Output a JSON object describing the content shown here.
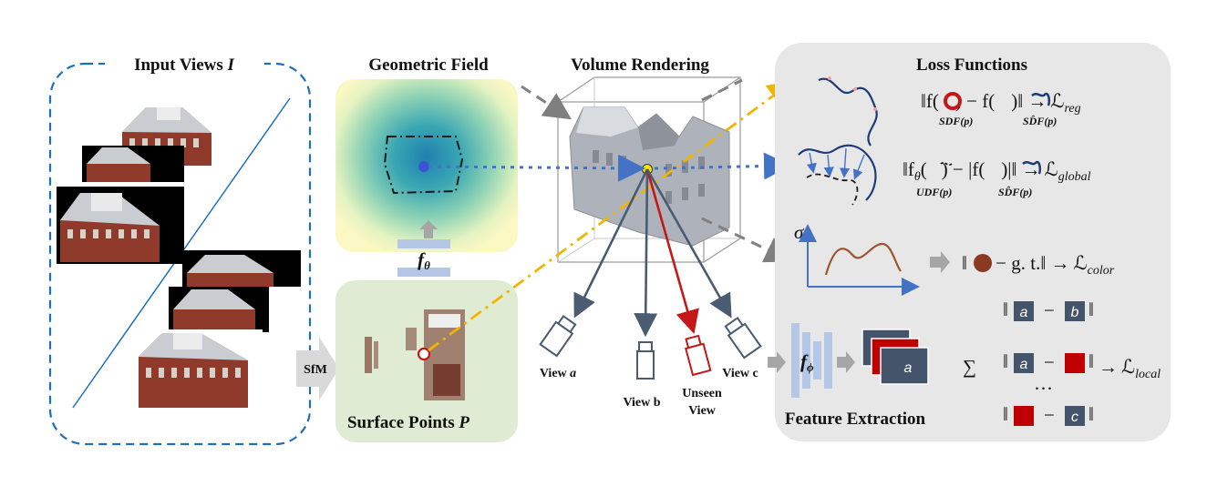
{
  "sections": {
    "input_views": {
      "title": "Input Views ",
      "title_var": "I"
    },
    "geometric_field": {
      "title": "Geometric Field"
    },
    "volume_rendering": {
      "title": "Volume Rendering"
    },
    "loss_functions": {
      "title": "Loss Functions"
    },
    "surface_points": {
      "title": "Surface Points ",
      "title_var": "P"
    },
    "feature_extraction": {
      "title": "Feature Extraction"
    }
  },
  "labels": {
    "sfm": "SfM",
    "f_theta": "f",
    "f_theta_sub": "θ",
    "f_phi": "f",
    "f_phi_sub": "ϕ",
    "view_a": "View ",
    "view_a_var": "a",
    "view_b": "View b",
    "view_c": "View c",
    "unseen_1": "Unseen",
    "unseen_2": "View"
  },
  "losses": {
    "reg": {
      "left": "‖f(",
      "mid": ") − f(",
      "right": ")‖ →",
      "target": "ℒ",
      "target_sub": "reg",
      "sub1": "SDF(p)",
      "sub2": "SD̂F(p)"
    },
    "global": {
      "left": "‖f",
      "left_sub": "θ",
      "mid1": "(",
      "mid2": ") − |f(",
      "right": ")|‖ →",
      "target": "ℒ",
      "target_sub": "global",
      "sub1": "UDF(p)",
      "sub2": "SD̂F(p)"
    },
    "color": {
      "axis": "σ",
      "left": "‖",
      "mid": " − g. t.‖ →",
      "target": "ℒ",
      "target_sub": "color"
    },
    "local": {
      "sum": "∑",
      "row1_a": "a",
      "row1_b": "b",
      "row2_a": "a",
      "dots": "…",
      "row3_c": "c",
      "arrow": "→",
      "target": "ℒ",
      "target_sub": "local"
    },
    "feature_map_letter": "a"
  },
  "colors": {
    "dashed_blue": "#1f6fb8",
    "geo_bg": "#fbf8c4",
    "surface_bg": "#dfecd3",
    "loss_bg": "#e7e7e7",
    "camera_dark": "#4a5b72",
    "camera_red": "#c41818",
    "feature_blue": "#b4c7e7",
    "feature_dark": "#44546a",
    "ray_orange": "#f2b400",
    "curve_brown": "#a0522d",
    "axis_blue": "#4472c4"
  }
}
